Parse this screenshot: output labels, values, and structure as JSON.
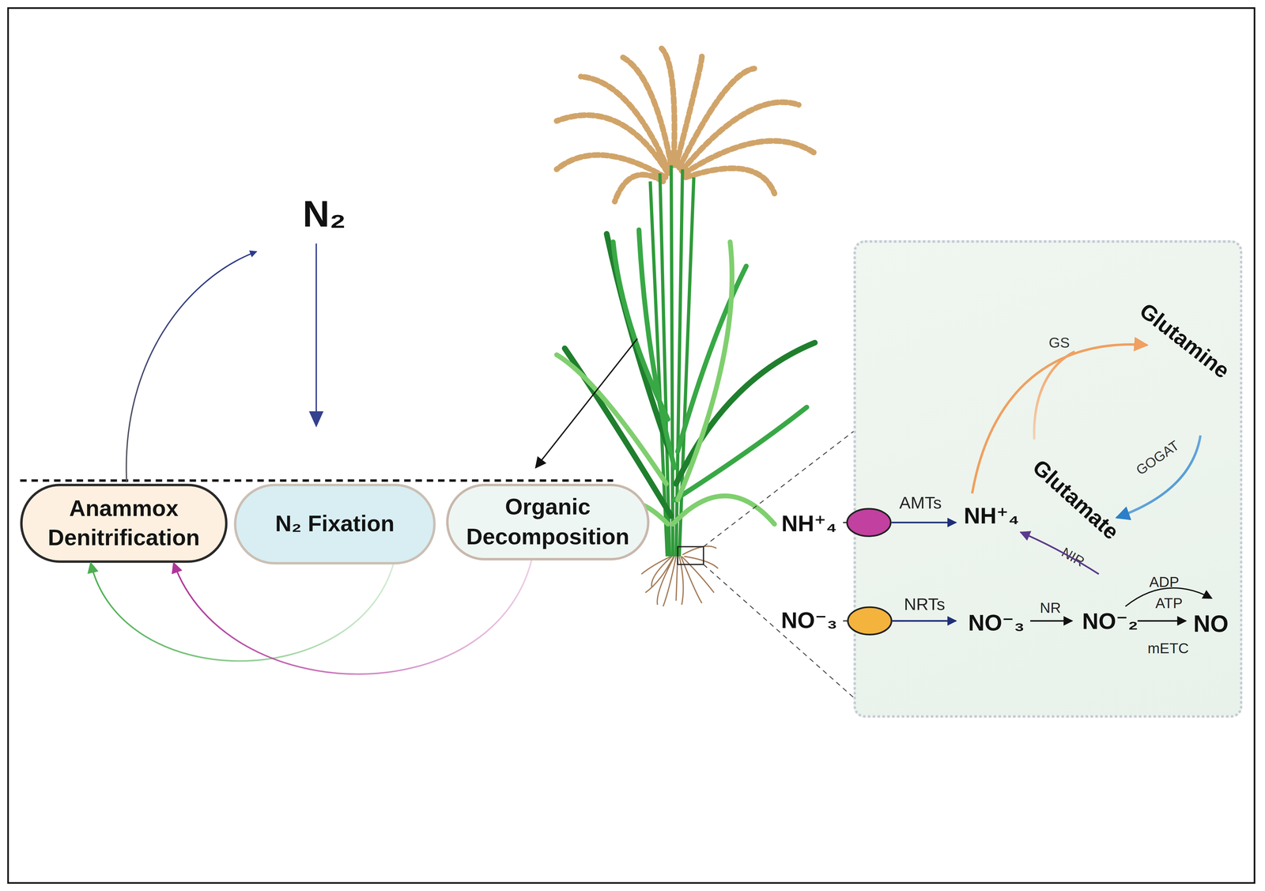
{
  "diagram": {
    "nodes": [
      {
        "text": [
          "Anammox Denitrification"
        ]
      },
      {
        "text": [
          "N₂ Fixation"
        ]
      },
      {
        "text": [
          "Organic Decomposition"
        ]
      },
      {
        "text": [
          "GS",
          "Glutamine",
          "Glutamate",
          "GOGAT",
          "AMTs",
          "NH⁺₄",
          "NIR",
          "ADP",
          "ATP",
          "NRTs",
          "NO⁻₃",
          "NR",
          "NO⁻₂",
          "NO",
          "mETC"
        ]
      }
    ],
    "edges": [
      {
        "from": 1,
        "to": 0,
        "arrow": "to"
      },
      {
        "from": 2,
        "to": 0,
        "arrow": "to"
      }
    ],
    "labels": [
      "N₂",
      "NH⁺₄",
      "NO⁻₃"
    ]
  }
}
